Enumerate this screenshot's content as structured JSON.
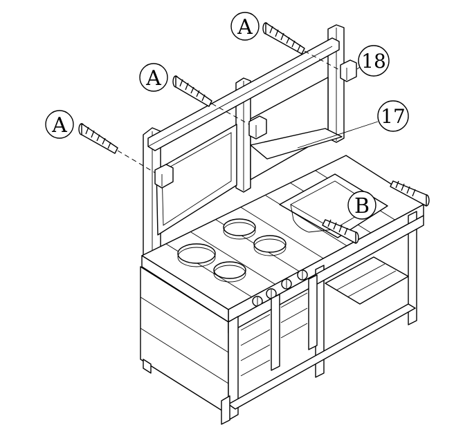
{
  "callouts": {
    "screw_a_top": "A",
    "screw_a_middle": "A",
    "screw_a_left": "A",
    "screw_b": "B",
    "part_18": "18",
    "part_17": "17"
  }
}
